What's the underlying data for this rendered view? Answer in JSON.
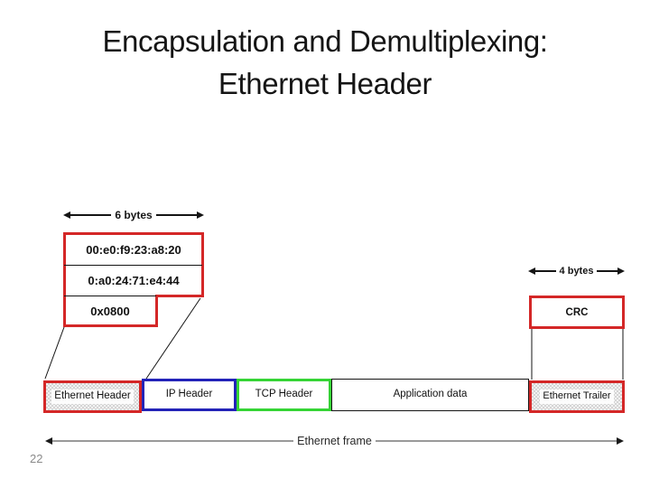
{
  "slide": {
    "title_line_1": "Encapsulation and Demultiplexing:",
    "title_line_2": "Ethernet Header",
    "page_number": "22"
  },
  "diagram": {
    "six_bytes_label": "6 bytes",
    "four_bytes_label": "4 bytes",
    "ethernet_header_fields": {
      "destination_mac": "00:e0:f9:23:a8:20",
      "source_mac": "0:a0:24:71:e4:44",
      "ethertype": "0x0800"
    },
    "crc_label": "CRC",
    "frame_boxes": [
      {
        "label": "Ethernet Header",
        "border_color": "#d42727",
        "fill": "checkered-gray"
      },
      {
        "label": "IP Header",
        "border_color": "#2323b8",
        "fill": "white"
      },
      {
        "label": "TCP Header",
        "border_color": "#35d435",
        "fill": "white"
      },
      {
        "label": "Application data",
        "border_color": "#151515",
        "fill": "white"
      },
      {
        "label": "Ethernet Trailer",
        "border_color": "#d42727",
        "fill": "checkered-gray"
      }
    ],
    "frame_arrow_label": "Ethernet frame",
    "colors": {
      "box_red": "#d42727",
      "box_blue": "#2323b8",
      "box_green": "#35d435",
      "connector_black": "#151515",
      "frame_arrow_line": "#9a9a9a",
      "page_number_gray": "#8a8a8a"
    }
  }
}
